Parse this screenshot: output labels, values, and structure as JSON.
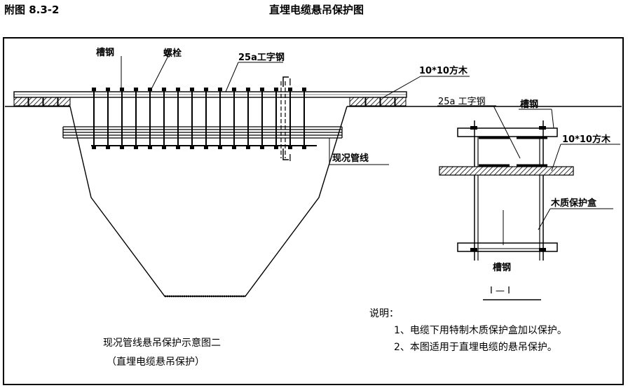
{
  "header": {
    "figure_ref": "附图 8.3-2",
    "title": "直埋电缆悬吊保护图"
  },
  "main_view": {
    "labels": {
      "channel_steel": "槽钢",
      "bolt": "螺栓",
      "i_beam": "25a工字钢",
      "timber": "10*10方木",
      "existing_pipe": "现况管线",
      "section_mark_top": "I",
      "section_mark_bottom": "I"
    },
    "caption": {
      "line1": "现况管线悬吊保护示意图二",
      "line2": "（直埋电缆悬吊保护）"
    }
  },
  "section_view": {
    "labels": {
      "i_beam": "25a 工字钢",
      "channel_steel_top": "槽钢",
      "timber": "10*10方木",
      "wood_box": "木质保护盒",
      "channel_steel_bottom": "槽钢"
    },
    "title": "I — I"
  },
  "notes": {
    "heading": "说明：",
    "items": [
      "1、电缆下用特制木质保护盒加以保护。",
      "2、本图适用于直埋电缆的悬吊保护。"
    ]
  }
}
